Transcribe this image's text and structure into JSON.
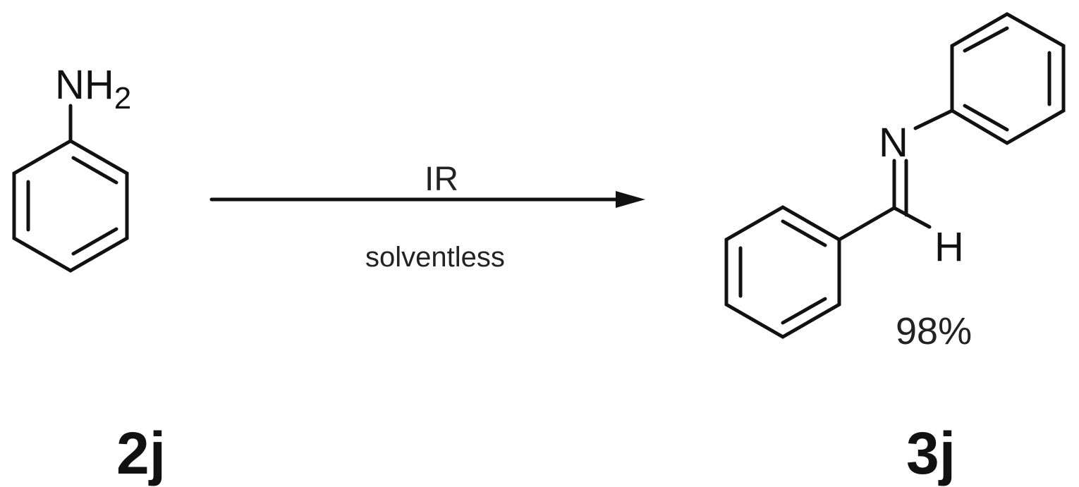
{
  "reactant": {
    "group_main": "NH",
    "group_sub": "2",
    "label": "2j"
  },
  "conditions": {
    "above": "IR",
    "below": "solventless"
  },
  "product": {
    "atom_n": "N",
    "atom_h": "H",
    "yield": "98%",
    "label": "3j"
  },
  "colors": {
    "ink": "#111111",
    "background": "#ffffff"
  }
}
